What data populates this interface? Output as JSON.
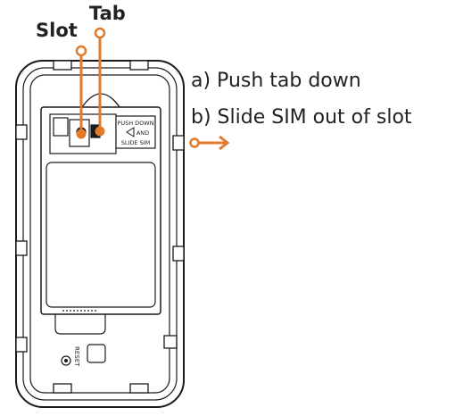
{
  "callouts": {
    "slot": "Slot",
    "tab": "Tab"
  },
  "instructions": [
    "a) Push tab down",
    "b) Slide SIM out of slot"
  ],
  "device": {
    "sticker_line1": "PUSH DOWN",
    "sticker_line2": "AND",
    "sticker_line3": "SLIDE SIM",
    "reset_label": "RESET"
  },
  "colors": {
    "accent": "#e07a2c",
    "outline": "#1a1a1a"
  }
}
